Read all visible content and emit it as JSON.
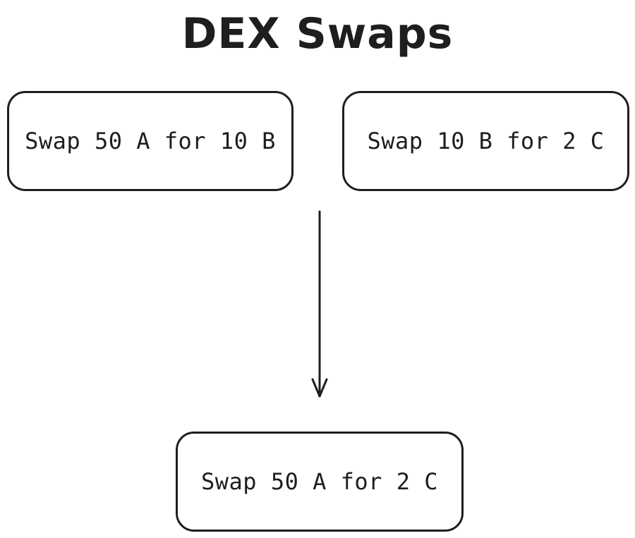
{
  "diagram": {
    "title": "DEX Swaps",
    "inputs": [
      {
        "label": "Swap 50 A for 10 B"
      },
      {
        "label": "Swap 10 B for 2 C"
      }
    ],
    "result": {
      "label": "Swap 50 A for 2 C"
    },
    "connector": {
      "from": "inputs",
      "to": "result",
      "style": "arrow-down"
    }
  },
  "colors": {
    "stroke": "#1e1e1e",
    "background": "#ffffff"
  }
}
